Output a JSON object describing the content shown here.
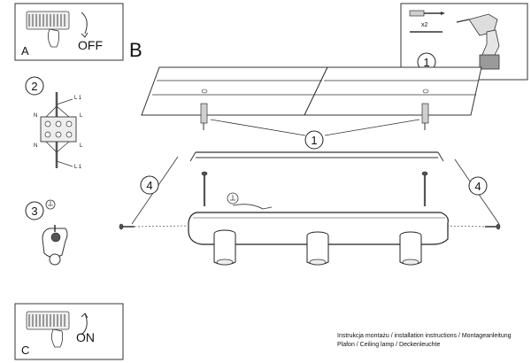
{
  "panels": {
    "a": {
      "letter": "A",
      "action": "OFF"
    },
    "c": {
      "letter": "C",
      "action": "ON"
    },
    "b": {
      "letter": "B"
    }
  },
  "steps": {
    "tools": {
      "number": "1",
      "quantity": "x2"
    },
    "wiring": {
      "number": "2",
      "terminal_top": "L 1",
      "terminal_bottom": "L 1",
      "n_left_top": "N",
      "l_right_top": "L",
      "n_left_bottom": "N",
      "l_right_bottom": "L"
    },
    "earth": {
      "number": "3"
    },
    "mount": {
      "number": "1"
    },
    "screw_left": {
      "number": "4"
    },
    "screw_right": {
      "number": "4"
    }
  },
  "caption": {
    "line1": "Instrukcja montażu / installation instructions / Montageanleitung",
    "line2": "Plafon / Ceiling lamp / Deckenleuchte"
  }
}
